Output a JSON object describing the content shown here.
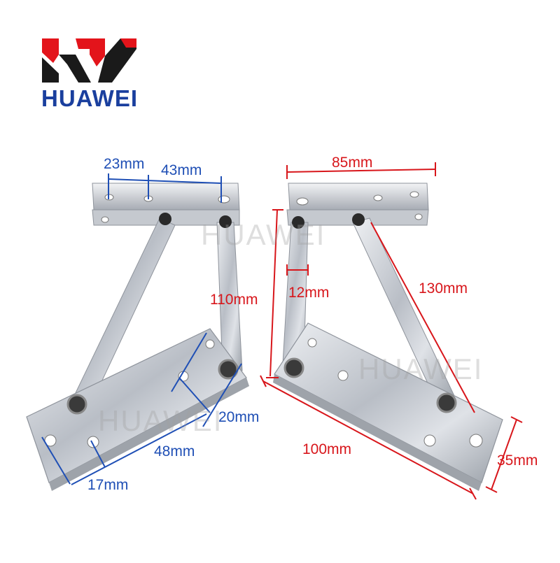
{
  "brand": {
    "name": "HUAWEI",
    "logo_icon": "hw-logo-icon",
    "logo_colors": {
      "accent": "#e3141b",
      "dark": "#1a1a1a"
    }
  },
  "watermark": "HUAWEI",
  "left_hinge": {
    "dimensions": [
      "23mm",
      "43mm",
      "110mm",
      "20mm",
      "48mm",
      "17mm"
    ]
  },
  "right_hinge": {
    "dimensions": [
      "85mm",
      "12mm",
      "130mm",
      "100mm",
      "35mm"
    ]
  },
  "colors": {
    "blue_dimension": "#1f4fb5",
    "red_dimension": "#d8161b",
    "metal": "#c9ccd1"
  }
}
